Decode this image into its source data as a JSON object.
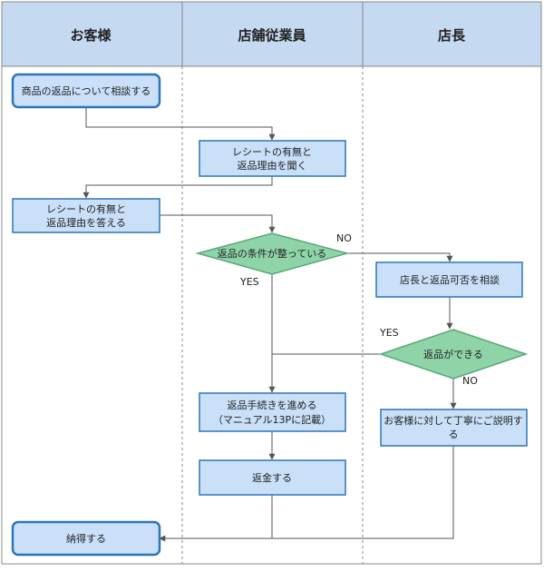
{
  "lanes": [
    {
      "id": "customer",
      "label": "お客様"
    },
    {
      "id": "staff",
      "label": "店舗従業員"
    },
    {
      "id": "manager",
      "label": "店長"
    }
  ],
  "nodes": [
    {
      "id": "consult",
      "lines": [
        "商品の返品について相談する"
      ],
      "shape": "start"
    },
    {
      "id": "ask_receipt",
      "lines": [
        "レシートの有無と",
        "返品理由を聞く"
      ],
      "shape": "process"
    },
    {
      "id": "answer_receipt",
      "lines": [
        "レシートの有無と",
        "返品理由を答える"
      ],
      "shape": "process"
    },
    {
      "id": "conditions_met",
      "lines": [
        "返品の条件が整っている"
      ],
      "shape": "decision"
    },
    {
      "id": "consult_manager",
      "lines": [
        "店長と返品可否を相談"
      ],
      "shape": "process"
    },
    {
      "id": "can_return",
      "lines": [
        "返品ができる"
      ],
      "shape": "decision"
    },
    {
      "id": "proceed_return",
      "lines": [
        "返品手続きを進める",
        "（マニュアル13Pに記載）"
      ],
      "shape": "process"
    },
    {
      "id": "explain",
      "lines": [
        "お客様に対して丁寧にご説明す",
        "る"
      ],
      "shape": "process"
    },
    {
      "id": "refund",
      "lines": [
        "返金する"
      ],
      "shape": "process"
    },
    {
      "id": "accept",
      "lines": [
        "納得する"
      ],
      "shape": "start"
    }
  ],
  "edge_labels": {
    "cond_no": "NO",
    "cond_yes": "YES",
    "can_yes": "YES",
    "can_no": "NO"
  },
  "colors": {
    "header_fill": "#c5d9f1",
    "box_fill": "#c9e0f8",
    "box_stroke": "#2e75b6",
    "decision_fill": "#8fd3a8",
    "decision_stroke": "#5aa77a",
    "line": "#555555"
  }
}
